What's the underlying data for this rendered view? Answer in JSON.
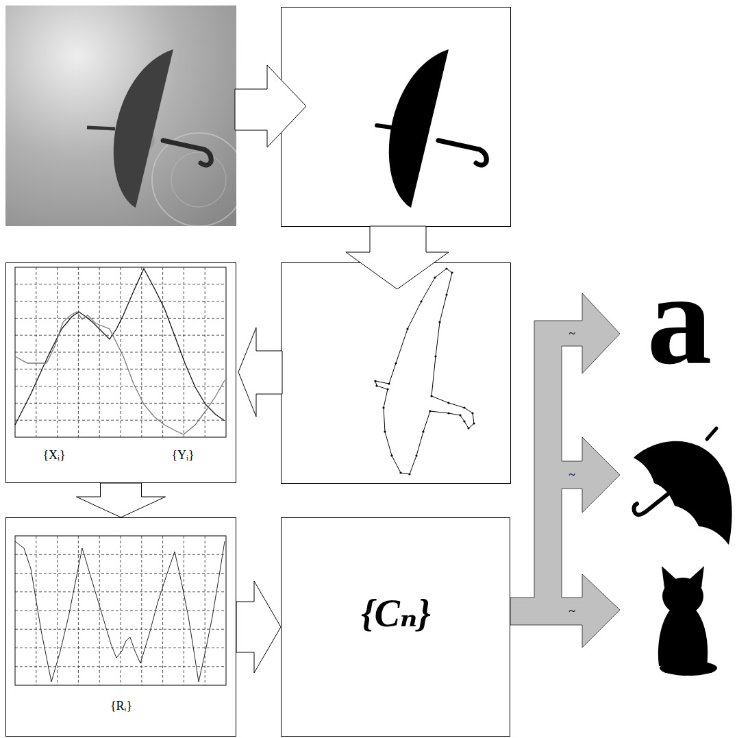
{
  "diagram": {
    "nodes": [
      {
        "text": [
          "{Xᵢ}",
          "{Yᵢ}"
        ]
      },
      {
        "text": [
          "{Rᵢ}"
        ]
      },
      {
        "text": [
          "{Cₙ}"
        ]
      }
    ],
    "edges": [
      {
        "from": 0,
        "to": 1,
        "arrow": "to"
      },
      {
        "from": 1,
        "to": 2,
        "arrow": "to"
      }
    ],
    "labels": [
      "~",
      "~",
      "~",
      "a"
    ]
  }
}
